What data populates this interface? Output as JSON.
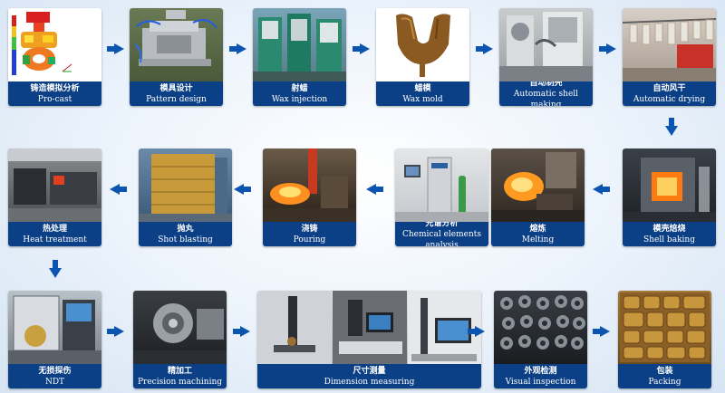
{
  "steps": [
    {
      "zh": "铸造模拟分析",
      "en": "Pro-cast"
    },
    {
      "zh": "模具设计",
      "en": "Pattern design"
    },
    {
      "zh": "射蜡",
      "en": "Wax injection"
    },
    {
      "zh": "蜡模",
      "en": "Wax mold"
    },
    {
      "zh": "自动制壳",
      "en": "Automatic shell making"
    },
    {
      "zh": "自动风干",
      "en": "Automatic drying"
    },
    {
      "zh": "模壳焙烧",
      "en": "Shell baking"
    },
    {
      "zh": "熔炼",
      "en": "Melting"
    },
    {
      "zh": "光谱分析",
      "en": "Chemical elements analysis"
    },
    {
      "zh": "浇铸",
      "en": "Pouring"
    },
    {
      "zh": "抛丸",
      "en": "Shot blasting"
    },
    {
      "zh": "热处理",
      "en": "Heat treatment"
    },
    {
      "zh": "无损探伤",
      "en": "NDT"
    },
    {
      "zh": "精加工",
      "en": "Precision machining"
    },
    {
      "zh": "尺寸测量",
      "en": "Dimension measuring"
    },
    {
      "zh": "外观检测",
      "en": "Visual inspection"
    },
    {
      "zh": "包装",
      "en": "Packing"
    }
  ],
  "colors": {
    "caption_bg": "#0b3f86",
    "arrow": "#0b55b0",
    "background": "#eaf2fb"
  }
}
